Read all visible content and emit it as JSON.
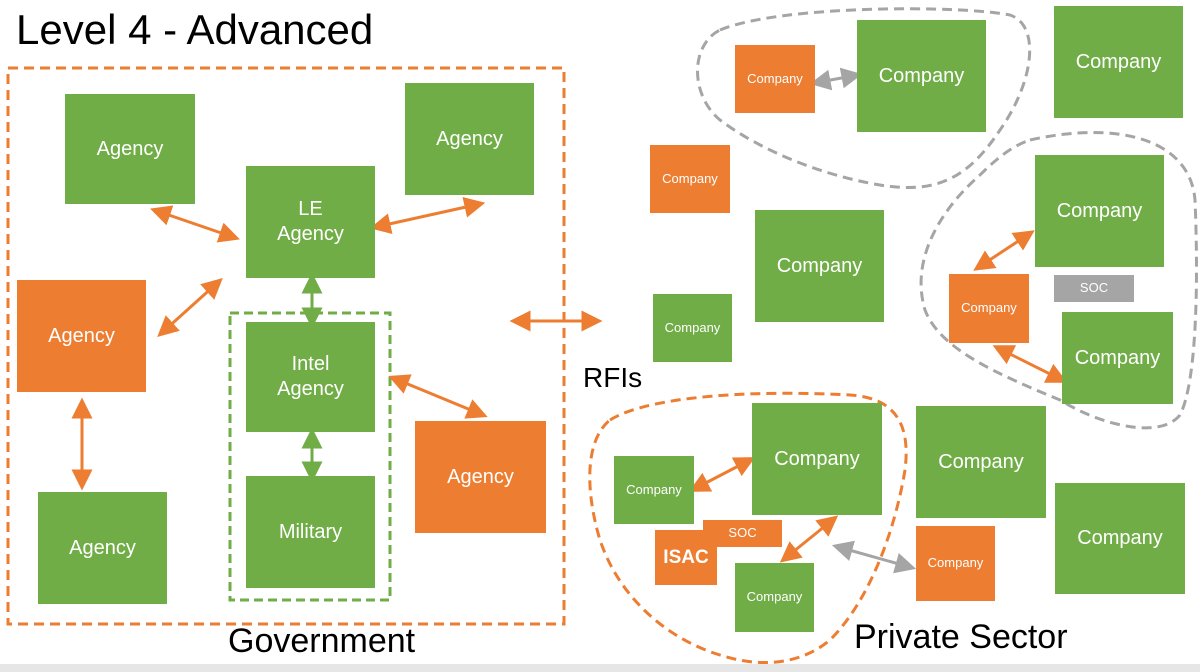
{
  "title": "Level 4 - Advanced",
  "labels": {
    "government": "Government",
    "private_sector": "Private Sector",
    "rfis": "RFIs"
  },
  "government": {
    "agency_tl": "Agency",
    "agency_tr": "Agency",
    "le_agency": "LE\nAgency",
    "agency_orange_left": "Agency",
    "intel_agency": "Intel\nAgency",
    "agency_orange_right": "Agency",
    "agency_bl": "Agency",
    "military": "Military"
  },
  "private": {
    "company_orange_top": "Company",
    "company_green_top": "Company",
    "company_green_corner": "Company",
    "company_orange_mid": "Company",
    "company_green_center": "Company",
    "company_green_small": "Company",
    "company_green_right1": "Company",
    "soc_grey": "SOC",
    "company_orange_right": "Company",
    "company_green_right2": "Company",
    "company_green_isac_top": "Company",
    "company_green_isac_left": "Company",
    "soc_orange": "SOC",
    "isac": "ISAC",
    "company_green_isac_bottom": "Company",
    "company_green_lower_mid": "Company",
    "company_orange_lower": "Company",
    "company_green_lower_right": "Company"
  },
  "colors": {
    "green": "#70ad47",
    "orange": "#ed7d31",
    "grey": "#a5a5a5"
  }
}
